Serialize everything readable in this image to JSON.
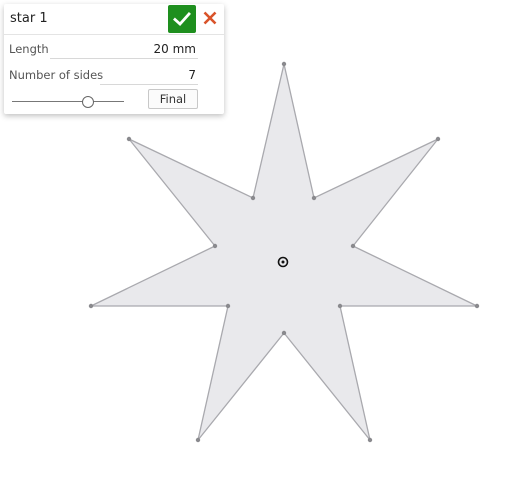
{
  "feature_panel": {
    "name": "star 1",
    "ok_icon": "check-icon",
    "cancel_icon": "close-icon",
    "length_label": "Length",
    "length_value": "20 mm",
    "sides_label": "Number of sides",
    "sides_value": "7",
    "rollback_fraction": 0.68,
    "final_label": "Final"
  },
  "colors": {
    "ok_green": "#1e8f1e",
    "cancel_red": "#d9532a",
    "star_fill": "#e9e9ec",
    "star_stroke": "#a9a9ae",
    "vertex": "#8a8a8e",
    "center": "#111111"
  }
}
